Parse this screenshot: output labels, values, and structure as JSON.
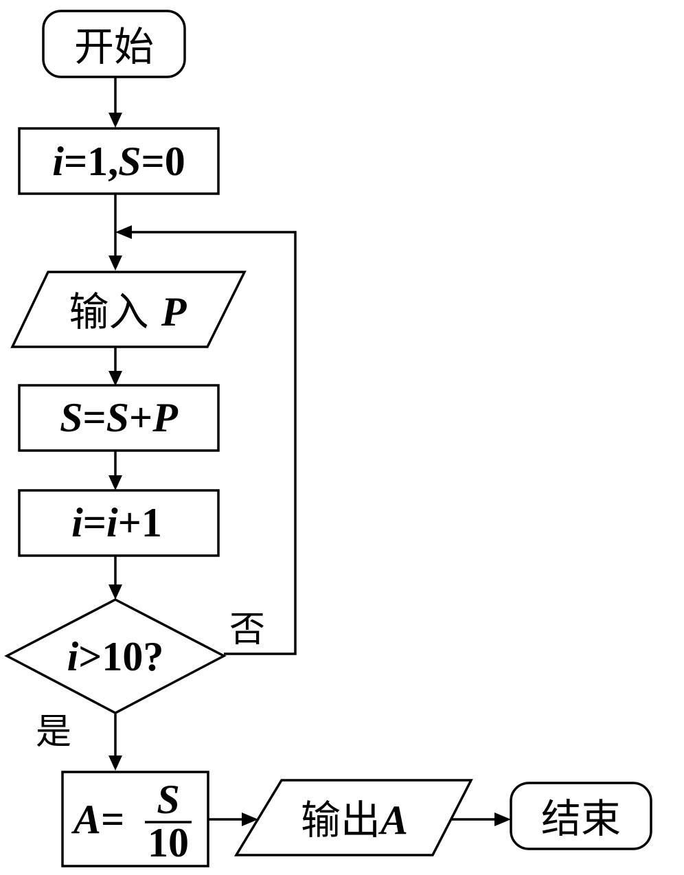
{
  "nodes": {
    "start": "开始",
    "init": {
      "i": "i",
      "eq1": "=1,",
      "s": "S",
      "eq2": "=0"
    },
    "input": {
      "text": "输入 ",
      "var": "P"
    },
    "sum": {
      "s1": "S",
      "eq": "=",
      "s2": "S",
      "plus": "+",
      "p": "P"
    },
    "incr": {
      "i1": "i",
      "eq": "=",
      "i2": "i",
      "plus1": "+1"
    },
    "decision": {
      "i": "i",
      "cond": ">10?"
    },
    "avg": {
      "a": "A",
      "eq": "=",
      "num": "S",
      "den": "10"
    },
    "output": {
      "text": "输出",
      "var": "A"
    },
    "end": "结束"
  },
  "branches": {
    "no": "否",
    "yes": "是"
  }
}
